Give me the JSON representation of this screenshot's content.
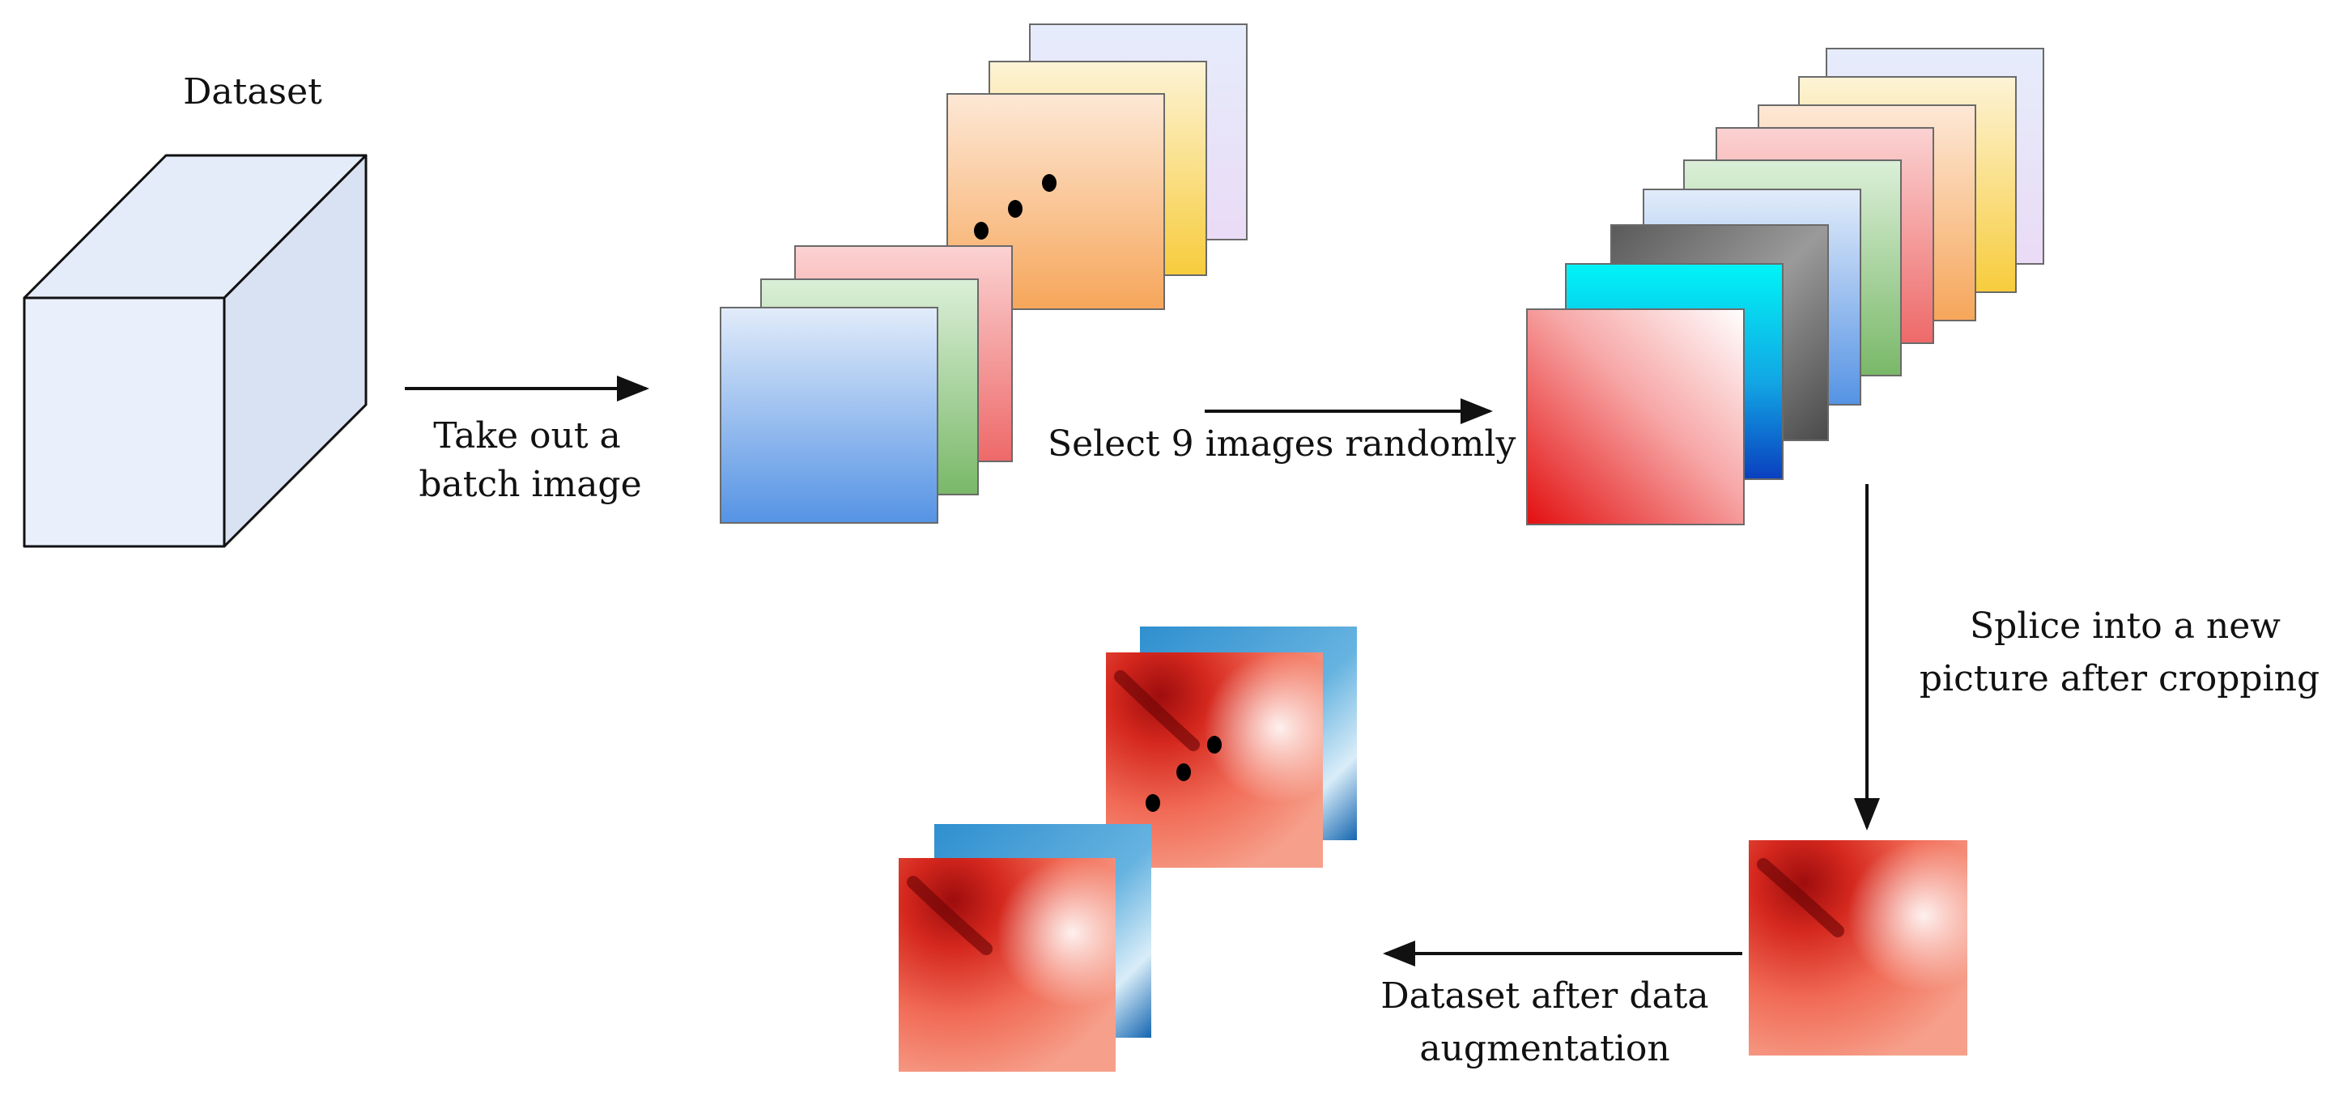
{
  "labels": {
    "dataset": "Dataset",
    "take_out_line1": "Take out a",
    "take_out_line2": "batch image",
    "select_random": "Select 9 images randomly",
    "splice_line1": "Splice into a new",
    "splice_line2": "picture after cropping",
    "after_aug_line1": "Dataset after data",
    "after_aug_line2": "augmentation"
  },
  "colors": {
    "line": "#111111",
    "cube_front": "#e9f0fc",
    "cube_side": "#d9e2f2",
    "cube_top": "#e4ecfa"
  },
  "batch_stack": {
    "back_colors": [
      "#e6d9f5",
      "#f9d44b",
      "#f5a55a"
    ],
    "front_colors": [
      "#f07a7a",
      "#7dbb6c",
      "#5a97e6"
    ]
  },
  "selected_stack": {
    "colors": [
      "#d9c6ef",
      "#f7c648",
      "#f5a55a",
      "#ef6b6b",
      "#84be74",
      "#5f9ae6",
      "#505050",
      "#1670d2",
      "#e01818"
    ]
  }
}
